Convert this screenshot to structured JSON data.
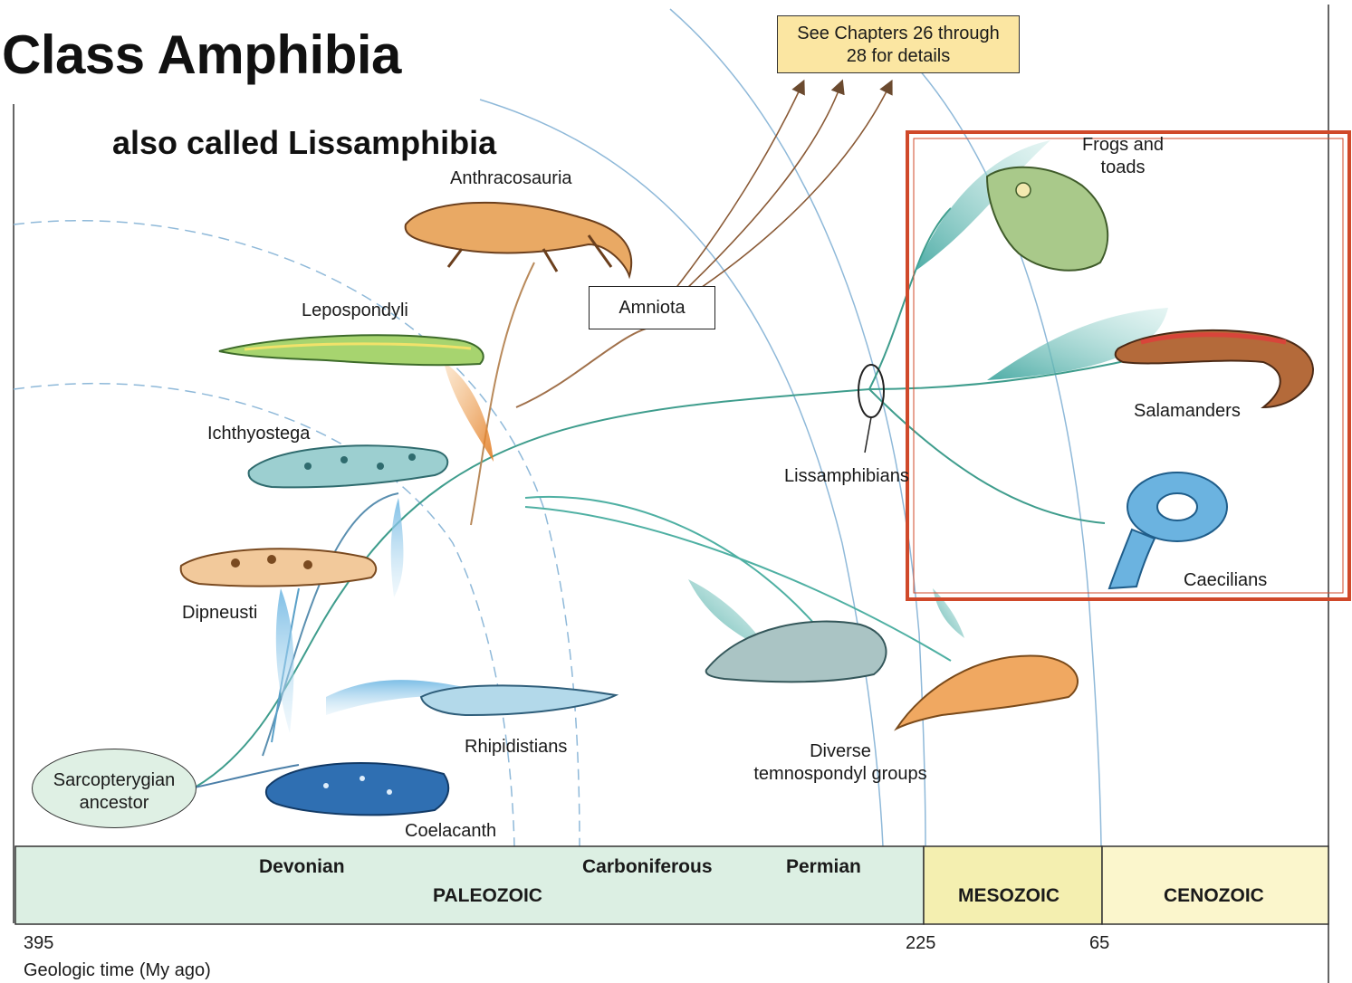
{
  "title": "Class Amphibia",
  "subtitle": "also called Lissamphibia",
  "callout": {
    "line1": "See Chapters 26 through",
    "line2": "28 for details"
  },
  "taxa": {
    "anthracosauria": "Anthracosauria",
    "amniota": "Amniota",
    "lepospondyli": "Lepospondyli",
    "ichthyostega": "Ichthyostega",
    "dipneusti": "Dipneusti",
    "rhipidistians": "Rhipidistians",
    "coelacanth": "Coelacanth",
    "ancestor_line1": "Sarcopterygian",
    "ancestor_line2": "ancestor",
    "lissamphibians": "Lissamphibians",
    "temno_line1": "Diverse",
    "temno_line2": "temnospondyl groups",
    "frogs_line1": "Frogs and",
    "frogs_line2": "toads",
    "salamanders": "Salamanders",
    "caecilians": "Caecilians"
  },
  "timeline": {
    "periods": {
      "devonian": "Devonian",
      "carboniferous": "Carboniferous",
      "permian": "Permian"
    },
    "eras": {
      "paleozoic": "PALEOZOIC",
      "mesozoic": "MESOZOIC",
      "cenozoic": "CENOZOIC"
    },
    "ticks": {
      "start": "395",
      "mid": "225",
      "end": "65"
    },
    "axis_label": "Geologic time (My ago)"
  },
  "colors": {
    "paleozoic": "#dcefe3",
    "mesozoic": "#f4efb0",
    "cenozoic": "#fbf6cc",
    "callout": "#fbe6a2",
    "highlight": "#d0492a",
    "branch_teal": "#5fb8b3"
  }
}
